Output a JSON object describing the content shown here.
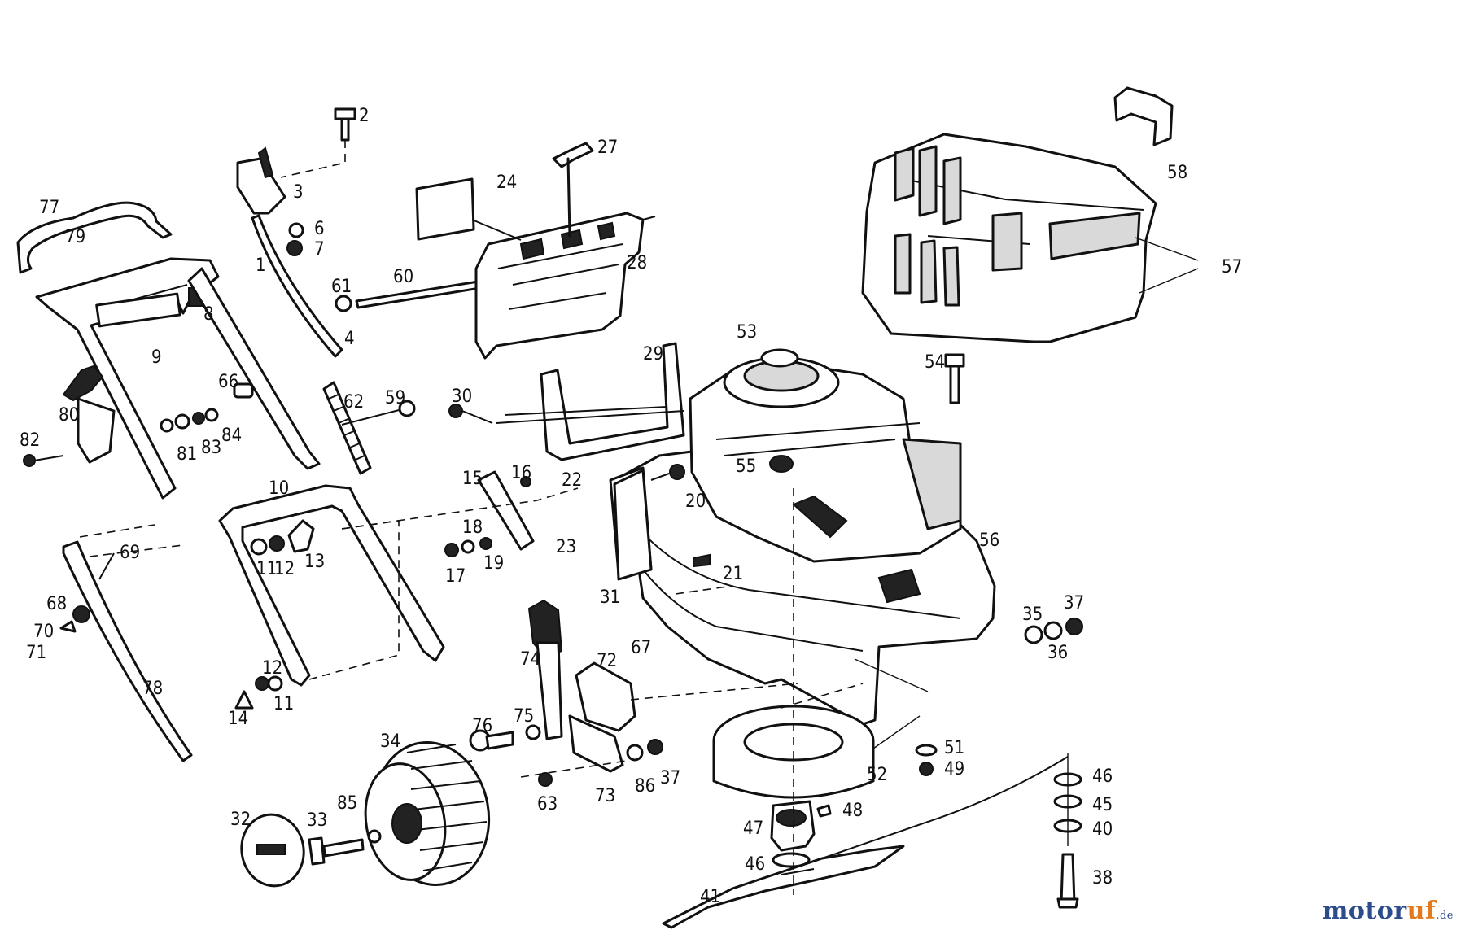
{
  "labels": [
    "1",
    "2",
    "3",
    "4",
    "6",
    "7",
    "8",
    "9",
    "10",
    "11",
    "12",
    "13",
    "14",
    "15",
    "16",
    "17",
    "18",
    "19",
    "20",
    "21",
    "22",
    "23",
    "24",
    "27",
    "28",
    "29",
    "30",
    "31",
    "32",
    "33",
    "34",
    "35",
    "36",
    "37",
    "38",
    "40",
    "41",
    "45",
    "46",
    "47",
    "48",
    "49",
    "51",
    "52",
    "53",
    "54",
    "55",
    "56",
    "57",
    "58",
    "59",
    "60",
    "61",
    "62",
    "63",
    "66",
    "67",
    "68",
    "69",
    "70",
    "71",
    "72",
    "73",
    "74",
    "75",
    "76",
    "77",
    "78",
    "79",
    "80",
    "81",
    "82",
    "83",
    "84",
    "85",
    "86"
  ],
  "watermark": {
    "brand_a": "motor",
    "brand_b": "uf",
    "suffix": ".de"
  }
}
